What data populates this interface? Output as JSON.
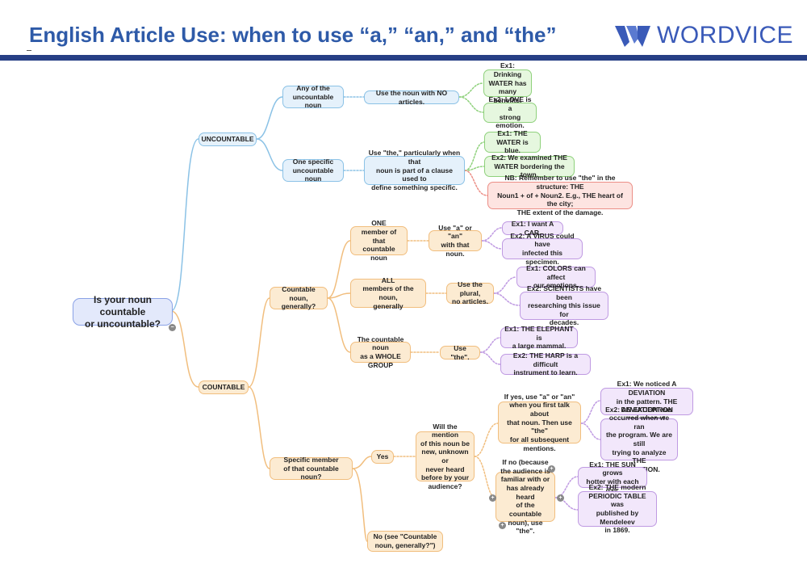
{
  "header": {
    "title": "English Article Use: when to use “a,” “an,” and “the”",
    "brand": "WORDVICE"
  },
  "colors": {
    "title": "#2e5aa8",
    "header_bar": "#263f85",
    "blue_branch": "#8bc2e6",
    "green_example": "#8fd17c",
    "red_note": "#ec8e86",
    "orange_branch": "#f1be7e",
    "purple_example": "#bf9ae2"
  },
  "mindmap": {
    "root": "Is your noun countable\nor uncountable?",
    "uncountable": {
      "label": "UNCOUNTABLE",
      "any": {
        "label": "Any of the\nuncountable noun",
        "rule": "Use the noun with NO articles.",
        "ex1": "Ex1: Drinking\nWATER has\nmany benefits.",
        "ex2": "Ex2: LOVE is a\nstrong emotion."
      },
      "specific": {
        "label": "One specific\nuncountable noun",
        "rule": "Use \"the,\" particularly when that\nnoun is part of a clause used to\ndefine something specific.",
        "ex1": "Ex1: THE\nWATER is blue.",
        "ex2": "Ex2: We examined THE\nWATER bordering the town.",
        "note": "NB: Remember to use \"the\" in the structure: THE\nNoun1 + of + Noun2. E.g., THE heart of the city;\nTHE extent of the damage."
      }
    },
    "countable": {
      "label": "COUNTABLE",
      "general": {
        "label": "Countable\nnoun, generally?",
        "one": {
          "label": "ONE\nmember of that\ncountable noun",
          "rule": "Use \"a\" or \"an\"\nwith that noun.",
          "ex1": "Ex1: I want A CAR.",
          "ex2": "Ex2: A VIRUS could have\ninfected this specimen."
        },
        "all": {
          "label": "ALL\nmembers of the noun,\ngenerally",
          "rule": "Use the plural,\nno articles.",
          "ex1": "Ex1: COLORS can affect\nour emotions.",
          "ex2": "Ex2: SCIENTISTS have been\nresearching this issue for\ndecades."
        },
        "group": {
          "label": "The countable noun\nas a WHOLE GROUP",
          "rule": "Use \"the\".",
          "ex1": "Ex1: THE ELEPHANT is\na large mammal.",
          "ex2": "Ex2: THE HARP is a difficult\ninstrument to learn."
        }
      },
      "specific": {
        "label": "Specific member\nof that countable noun?",
        "yes": {
          "label": "Yes",
          "question": "Will the mention\nof this noun be\nnew, unknown or\nnever heard\nbefore by your\naudience?",
          "if_yes": {
            "label": "If yes, use \"a\" or \"an\"\nwhen you first talk about\nthat noun. Then use \"the\"\nfor all subsequent\nmentions.",
            "ex1": "Ex1: We noticed A DEVIATION\nin the pattern. THE\nDEVIATION was unexpected.",
            "ex2": "Ex2: AN EXCEPTION\noccurred when we ran\nthe program. We are still\ntrying to analyze THE\nEXCEPTION."
          },
          "if_no": {
            "label": "If no (because\nthe audience is\nfamiliar with or\nhas already heard\nof the countable\nnoun), use \"the\".",
            "ex1": "Ex1: THE SUN grows\nhotter with each day.",
            "ex2": "Ex2: THE modern\nPERIODIC TABLE was\npublished by Mendeleev\nin 1869."
          }
        },
        "no": "No (see \"Countable\nnoun, generally?\")"
      }
    }
  }
}
